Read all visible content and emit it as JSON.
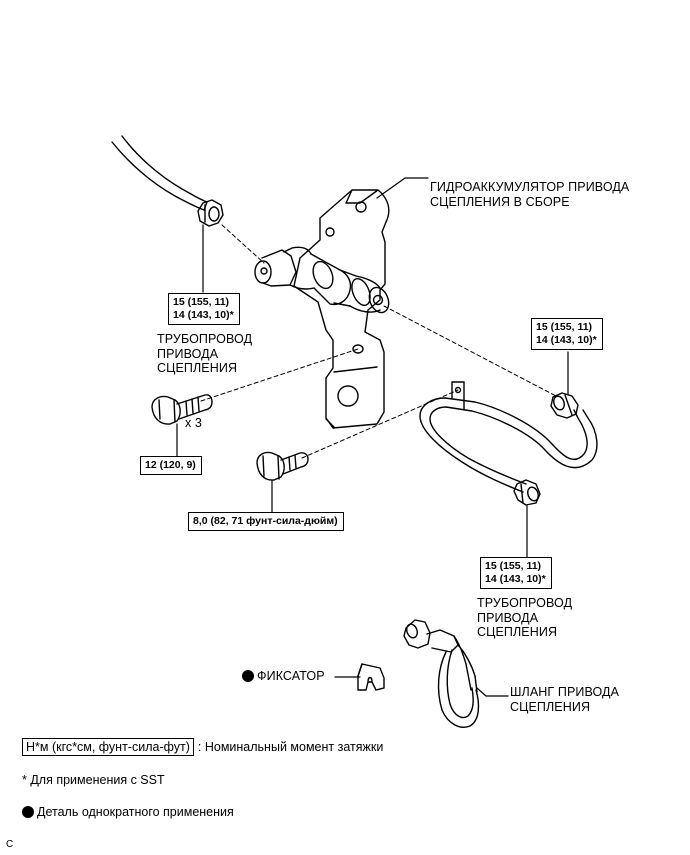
{
  "labels": {
    "accumulator_l1": "ГИДРОАККУМУЛЯТОР ПРИВОДА",
    "accumulator_l2": "СЦЕПЛЕНИЯ В СБОРЕ",
    "pipe_left_l1": "ТРУБОПРОВОД",
    "pipe_left_l2": "ПРИВОДА",
    "pipe_left_l3": "СЦЕПЛЕНИЯ",
    "pipe_right_l1": "ТРУБОПРОВОД",
    "pipe_right_l2": "ПРИВОДА",
    "pipe_right_l3": "СЦЕПЛЕНИЯ",
    "hose_l1": "ШЛАНГ ПРИВОДА",
    "hose_l2": "СЦЕПЛЕНИЯ",
    "clip": "ФИКСАТОР",
    "bolt_qty": "x 3"
  },
  "torques": {
    "left_pipe": [
      "15 (155, 11)",
      "14 (143, 10)*"
    ],
    "right_pipe": [
      "15 (155, 11)",
      "14 (143, 10)*"
    ],
    "bottom_pipe": [
      "15 (155, 11)",
      "14 (143, 10)*"
    ],
    "bolts": "12 (120, 9)",
    "bracket_bolt": "8,0 (82, 71 фунт-сила-дюйм)"
  },
  "legend": {
    "torque_key": "Н*м (кгс*см, фунт-сила-фут)",
    "torque_desc": ": Номинальный момент затяжки",
    "sst_note": "* Для применения с SST",
    "single_use": "Деталь однократного применения"
  },
  "corner_mark": "C"
}
